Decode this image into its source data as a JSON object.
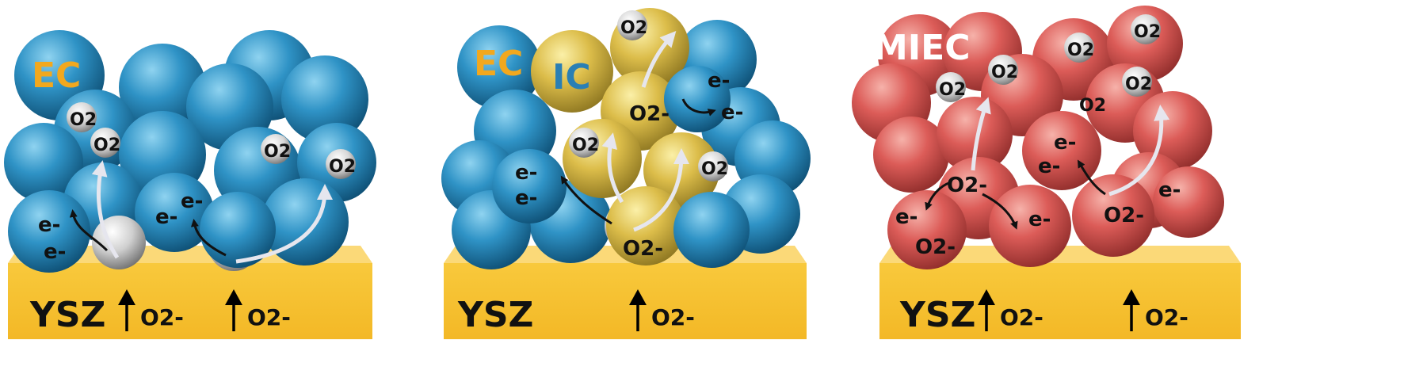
{
  "colors": {
    "electron_conductor": "#2c8ec0",
    "ion_conductor": "#e0c04a",
    "miec": "#dc5c58",
    "electrolyte": "#f6c33c",
    "o2_molecule": "#d8d8d8",
    "electron_path_arrow": "#111111",
    "oxygen_path_arrow": "#e4e4ec",
    "ec_label": "#f2a81e",
    "ic_label": "#2a7fb4",
    "miec_label": "#ffffff"
  },
  "panels": [
    {
      "id": "ec-panel",
      "particle_labels": [
        "EC"
      ],
      "electrolyte_label": "YSZ",
      "ion_labels": [
        "O2-",
        "O2-"
      ],
      "species_labels": [
        "e-",
        "e-",
        "e-",
        "e-",
        "O2",
        "O2",
        "O2",
        "O2"
      ]
    },
    {
      "id": "ec-ic-panel",
      "particle_labels": [
        "EC",
        "IC"
      ],
      "electrolyte_label": "YSZ",
      "ion_labels": [
        "O2-"
      ],
      "species_labels": [
        "e-",
        "e-",
        "e-",
        "e-",
        "O2-",
        "O2-",
        "O2",
        "O2",
        "O2"
      ]
    },
    {
      "id": "miec-panel",
      "particle_labels": [
        "MIEC"
      ],
      "electrolyte_label": "YSZ",
      "ion_labels": [
        "O2-",
        "O2-"
      ],
      "species_labels": [
        "e-",
        "e-",
        "e-",
        "e-",
        "e-",
        "O2-",
        "O2-",
        "O2-",
        "O2",
        "O2",
        "O2",
        "O2",
        "O2",
        "O2"
      ]
    }
  ]
}
